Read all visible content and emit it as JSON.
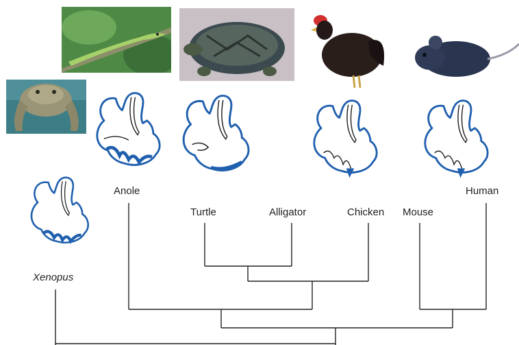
{
  "taxa": {
    "xenopus": "Xenopus",
    "anole": "Anole",
    "turtle": "Turtle",
    "alligator": "Alligator",
    "chicken": "Chicken",
    "mouse": "Mouse",
    "human": "Human"
  },
  "colors": {
    "heart_outline": "#1f5fae",
    "heart_septum": "#1f5fae",
    "tree_line": "#222222"
  }
}
